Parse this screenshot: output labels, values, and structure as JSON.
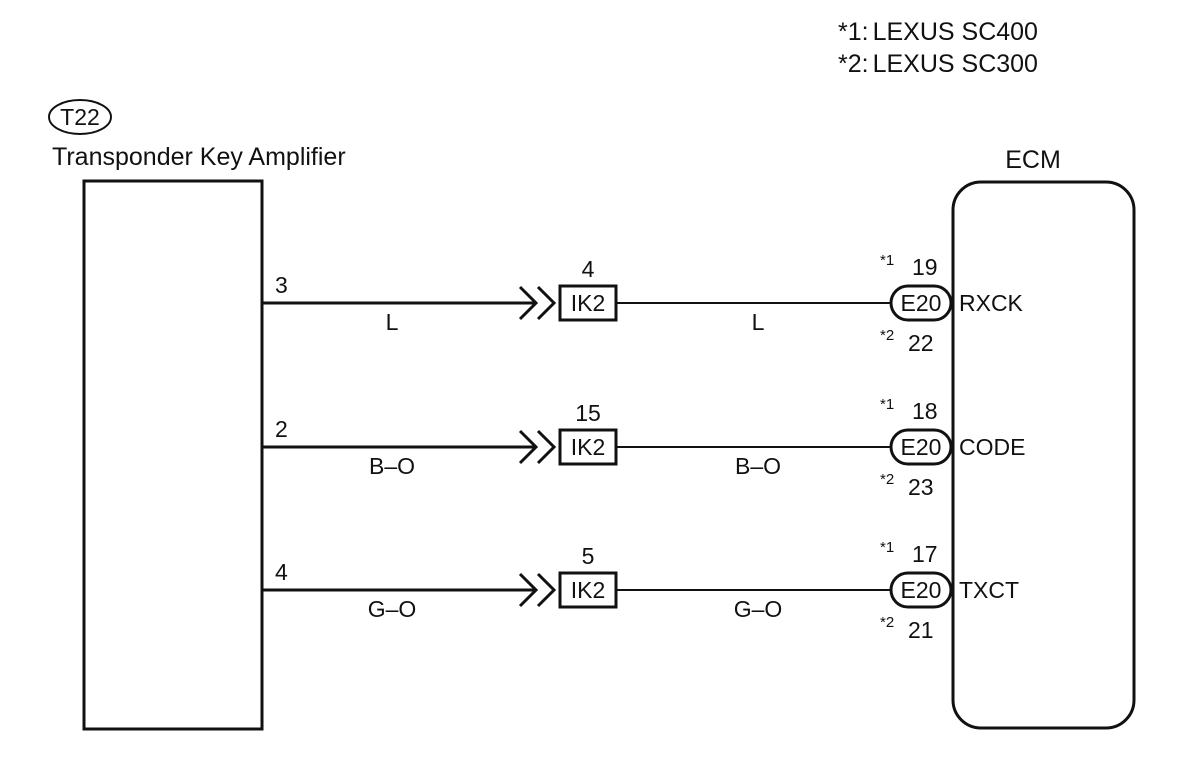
{
  "notes": [
    {
      "key": "*1:",
      "label": "LEXUS SC400"
    },
    {
      "key": "*2:",
      "label": "LEXUS SC300"
    }
  ],
  "amplifier": {
    "connector_id": "T22",
    "title": "Transponder Key Amplifier"
  },
  "ecm": {
    "title": "ECM",
    "connector": "E20"
  },
  "junction_connector": "IK2",
  "note_markers": {
    "sc400": "*1",
    "sc300": "*2"
  },
  "circuits": [
    {
      "amp_pin": "3",
      "wire_color": "L",
      "junction_pin": "4",
      "ecm_pin_sc400": "19",
      "ecm_pin_sc300": "22",
      "terminal": "RXCK"
    },
    {
      "amp_pin": "2",
      "wire_color": "B–O",
      "junction_pin": "15",
      "ecm_pin_sc400": "18",
      "ecm_pin_sc300": "23",
      "terminal": "CODE"
    },
    {
      "amp_pin": "4",
      "wire_color": "G–O",
      "junction_pin": "5",
      "ecm_pin_sc400": "17",
      "ecm_pin_sc300": "21",
      "terminal": "TXCT"
    }
  ]
}
